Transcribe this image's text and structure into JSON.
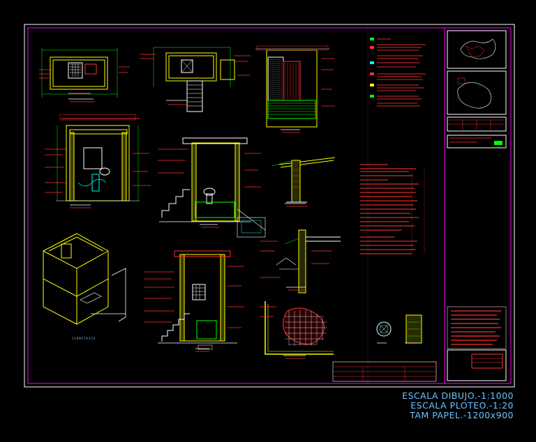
{
  "sheet": {
    "bottom_notes": {
      "scale_drawing": "ESCALA DIBUJO.-1:1000",
      "scale_plot": "ESCALA PLOTEO.-1:20",
      "paper_size": "TAM PAPEL.-1200x900"
    },
    "view_labels": {
      "isometric": "ISOMETRICO"
    }
  },
  "colors": {
    "background": "#000000",
    "frame": "#ff00ff",
    "inner_frame": "#ffffff",
    "walls": "#ffff00",
    "dimensions": "#00ff00",
    "annotations": "#ff3030",
    "hatch": "#00ffff",
    "scale_text": "#6ec3ff"
  }
}
